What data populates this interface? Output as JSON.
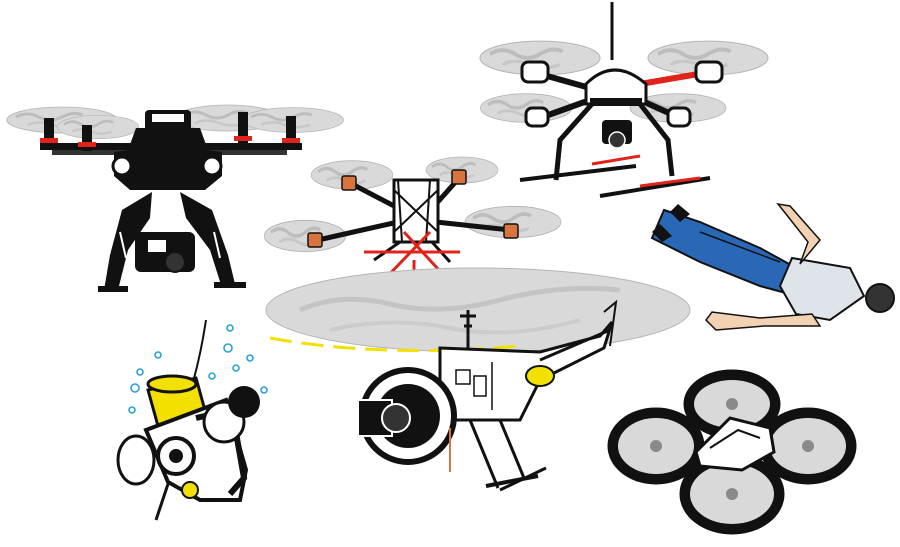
{
  "colors": {
    "background": "#ffffff",
    "outline": "#111111",
    "rotor_disc": "#d9d9d9",
    "rotor_streak": "#bdbdbd",
    "accent_red": "#e0231b",
    "accent_orange": "#d9743f",
    "accent_yellow": "#f2e100",
    "suit_blue": "#2a67b5",
    "shirt_gray": "#dfe4ea",
    "skin": "#f3d2b3",
    "bubble_blue": "#2aa0d8",
    "body_white": "#ffffff",
    "dark_gray": "#333333"
  },
  "items": [
    {
      "name": "hexacopter-gimbal-drone",
      "icon": "hexacopter-icon"
    },
    {
      "name": "x-frame-quadcopter",
      "icon": "quadcopter-icon"
    },
    {
      "name": "microdrone-quadcopter",
      "icon": "microdrone-icon"
    },
    {
      "name": "wingsuit-flyer",
      "icon": "wingsuit-icon"
    },
    {
      "name": "underwater-rov",
      "icon": "rov-icon"
    },
    {
      "name": "camera-helicopter",
      "icon": "helicopter-icon"
    },
    {
      "name": "hull-quadcopter",
      "icon": "ring-quadcopter-icon"
    }
  ]
}
